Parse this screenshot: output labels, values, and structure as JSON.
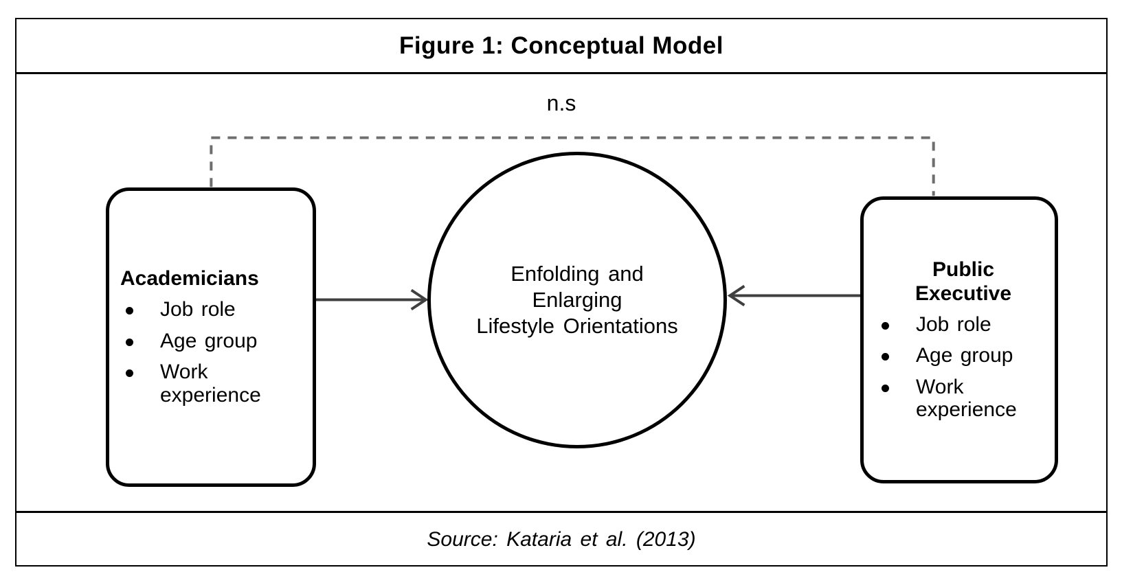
{
  "figure": {
    "title": "Figure 1: Conceptual Model",
    "source": "Source: Kataria et al. (2013)"
  },
  "diagram": {
    "type": "conceptual-model",
    "relationship_label": "n.s",
    "left_construct": {
      "heading": "Academicians",
      "bullets": [
        "Job  role",
        "Age  group",
        "Work experience"
      ]
    },
    "right_construct": {
      "heading_line1": "Public",
      "heading_line2": "Executive",
      "bullets": [
        "Job  role",
        "Age  group",
        "Work experience"
      ]
    },
    "center_construct": {
      "line1": "Enfolding  and",
      "line2": "Enlarging",
      "line3": "Lifestyle  Orientations"
    },
    "colors": {
      "stroke": "#000000",
      "arrow": "#3f3f3f",
      "dashed": "#6e6e6e",
      "background": "#ffffff"
    }
  }
}
